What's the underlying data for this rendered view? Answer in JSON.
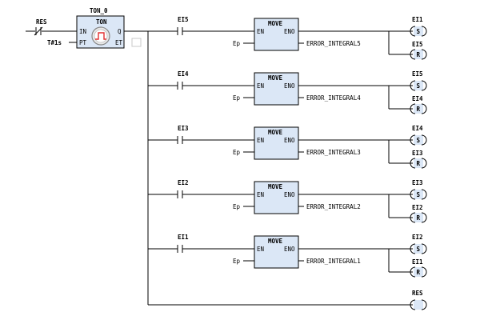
{
  "timer": {
    "instance": "TON_0",
    "type": "TON",
    "in_pin": "IN",
    "pt_pin": "PT",
    "q_pin": "Q",
    "et_pin": "ET",
    "input_contact": "RES",
    "preset": "T#1s"
  },
  "rungs": [
    {
      "contact": "EI5",
      "block": "MOVE",
      "en": "EN",
      "eno": "ENO",
      "input": "Ep",
      "output": "ERROR_INTEGRAL5",
      "set_coil": "EI1",
      "reset_coil": "EI5",
      "set_symbol": "S",
      "reset_symbol": "R"
    },
    {
      "contact": "EI4",
      "block": "MOVE",
      "en": "EN",
      "eno": "ENO",
      "input": "Ep",
      "output": "ERROR_INTEGRAL4",
      "set_coil": "EI5",
      "reset_coil": "EI4",
      "set_symbol": "S",
      "reset_symbol": "R"
    },
    {
      "contact": "EI3",
      "block": "MOVE",
      "en": "EN",
      "eno": "ENO",
      "input": "Ep",
      "output": "ERROR_INTEGRAL3",
      "set_coil": "EI4",
      "reset_coil": "EI3",
      "set_symbol": "S",
      "reset_symbol": "R"
    },
    {
      "contact": "EI2",
      "block": "MOVE",
      "en": "EN",
      "eno": "ENO",
      "input": "Ep",
      "output": "ERROR_INTEGRAL2",
      "set_coil": "EI3",
      "reset_coil": "EI2",
      "set_symbol": "S",
      "reset_symbol": "R"
    },
    {
      "contact": "EI1",
      "block": "MOVE",
      "en": "EN",
      "eno": "ENO",
      "input": "Ep",
      "output": "ERROR_INTEGRAL1",
      "set_coil": "EI2",
      "reset_coil": "EI1",
      "set_symbol": "S",
      "reset_symbol": "R"
    }
  ],
  "final_coil": {
    "label": "RES",
    "symbol": ""
  }
}
